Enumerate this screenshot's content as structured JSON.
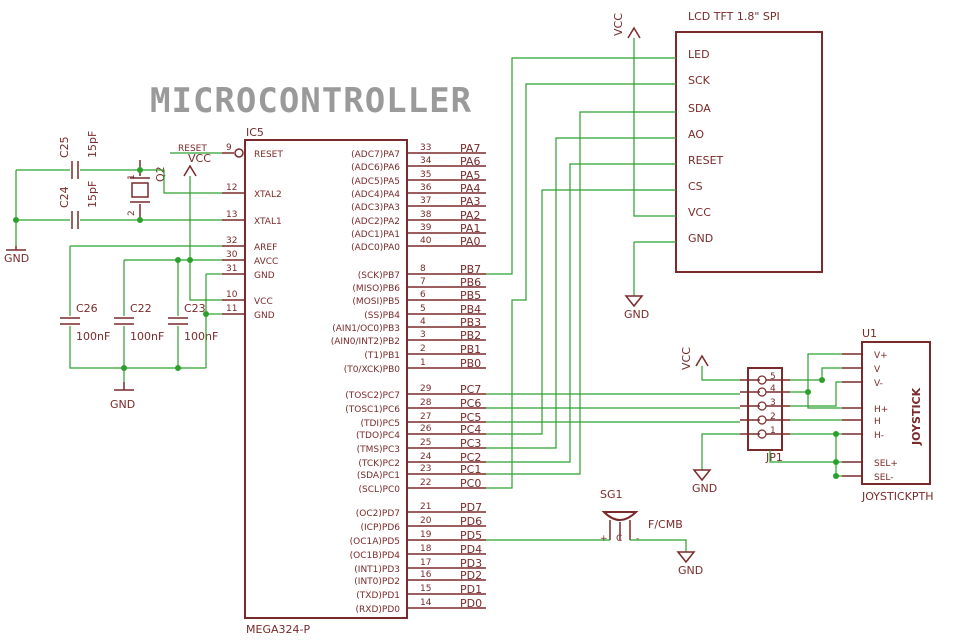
{
  "title": "MICROCONTROLLER",
  "mcu": {
    "name": "IC5",
    "part": "MEGA324-P",
    "left_pins": [
      {
        "label": "RESET",
        "num": "9"
      },
      {
        "label": "XTAL2",
        "num": "12"
      },
      {
        "label": "XTAL1",
        "num": "13"
      },
      {
        "label": "AREF",
        "num": "32"
      },
      {
        "label": "AVCC",
        "num": "30"
      },
      {
        "label": "GND",
        "num": "31"
      },
      {
        "label": "VCC",
        "num": "10"
      },
      {
        "label": "GND",
        "num": "11"
      }
    ],
    "right_pins": [
      {
        "label": "(ADC7)PA7",
        "num": "33",
        "net": "PA7"
      },
      {
        "label": "(ADC6)PA6",
        "num": "34",
        "net": "PA6"
      },
      {
        "label": "(ADC5)PA5",
        "num": "35",
        "net": "PA5"
      },
      {
        "label": "(ADC4)PA4",
        "num": "36",
        "net": "PA4"
      },
      {
        "label": "(ADC3)PA3",
        "num": "37",
        "net": "PA3"
      },
      {
        "label": "(ADC2)PA2",
        "num": "38",
        "net": "PA2"
      },
      {
        "label": "(ADC1)PA1",
        "num": "39",
        "net": "PA1"
      },
      {
        "label": "(ADC0)PA0",
        "num": "40",
        "net": "PA0"
      },
      {
        "label": "(SCK)PB7",
        "num": "8",
        "net": "PB7"
      },
      {
        "label": "(MISO)PB6",
        "num": "7",
        "net": "PB6"
      },
      {
        "label": "(MOSI)PB5",
        "num": "6",
        "net": "PB5"
      },
      {
        "label": "(SS)PB4",
        "num": "5",
        "net": "PB4"
      },
      {
        "label": "(AIN1/OC0)PB3",
        "num": "4",
        "net": "PB3"
      },
      {
        "label": "(AIN0/INT2)PB2",
        "num": "3",
        "net": "PB2"
      },
      {
        "label": "(T1)PB1",
        "num": "2",
        "net": "PB1"
      },
      {
        "label": "(T0/XCK)PB0",
        "num": "1",
        "net": "PB0"
      },
      {
        "label": "(TOSC2)PC7",
        "num": "29",
        "net": "PC7"
      },
      {
        "label": "(TOSC1)PC6",
        "num": "28",
        "net": "PC6"
      },
      {
        "label": "(TDI)PC5",
        "num": "27",
        "net": "PC5"
      },
      {
        "label": "(TDO)PC4",
        "num": "26",
        "net": "PC4"
      },
      {
        "label": "(TMS)PC3",
        "num": "25",
        "net": "PC3"
      },
      {
        "label": "(TCK)PC2",
        "num": "24",
        "net": "PC2"
      },
      {
        "label": "(SDA)PC1",
        "num": "23",
        "net": "PC1"
      },
      {
        "label": "(SCL)PC0",
        "num": "22",
        "net": "PC0"
      },
      {
        "label": "(OC2)PD7",
        "num": "21",
        "net": "PD7"
      },
      {
        "label": "(ICP)PD6",
        "num": "20",
        "net": "PD6"
      },
      {
        "label": "(OC1A)PD5",
        "num": "19",
        "net": "PD5"
      },
      {
        "label": "(OC1B)PD4",
        "num": "18",
        "net": "PD4"
      },
      {
        "label": "(INT1)PD3",
        "num": "17",
        "net": "PD3"
      },
      {
        "label": "(INT0)PD2",
        "num": "16",
        "net": "PD2"
      },
      {
        "label": "(TXD)PD1",
        "num": "15",
        "net": "PD1"
      },
      {
        "label": "(RXD)PD0",
        "num": "14",
        "net": "PD0"
      }
    ]
  },
  "lcd": {
    "title": "LCD TFT 1.8\" SPI",
    "pins": [
      "LED",
      "SCK",
      "SDA",
      "AO",
      "RESET",
      "CS",
      "VCC",
      "GND"
    ]
  },
  "joystick": {
    "name": "U1",
    "part": "JOYSTICKPTH",
    "body_label": "JOYSTICK",
    "pins": [
      "V+",
      "V",
      "V-",
      "H+",
      "H",
      "H-",
      "SEL+",
      "SEL-"
    ]
  },
  "header": {
    "name": "JP1",
    "pins": [
      "5",
      "4",
      "3",
      "2",
      "1"
    ]
  },
  "buzzer": {
    "name": "SG1",
    "part": "F/CMB",
    "plus": "+",
    "c": "C",
    "minus": "-"
  },
  "crystal": {
    "name": "Q2",
    "pin1": "1",
    "pin2": "2"
  },
  "capacitors": [
    {
      "name": "C25",
      "value": "15pF"
    },
    {
      "name": "C24",
      "value": "15pF"
    },
    {
      "name": "C26",
      "value": "100nF"
    },
    {
      "name": "C22",
      "value": "100nF"
    },
    {
      "name": "C23",
      "value": "100nF"
    }
  ],
  "power": {
    "vcc": "VCC",
    "gnd": "GND"
  }
}
